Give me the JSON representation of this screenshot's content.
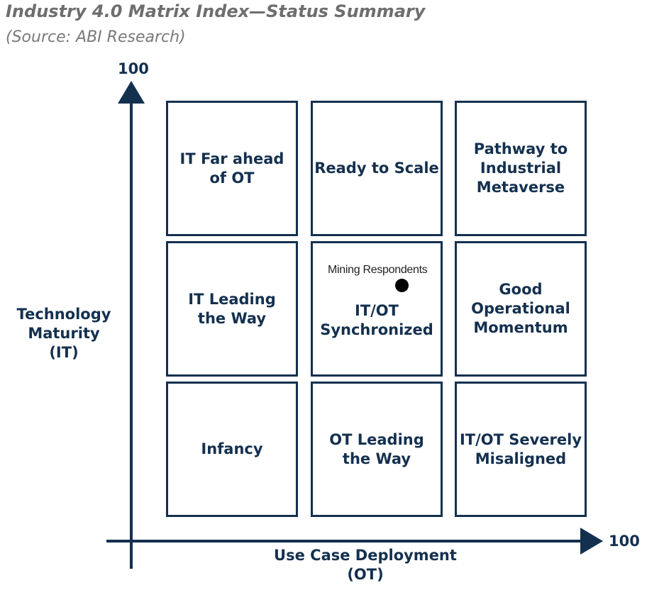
{
  "title": "Industry 4.0 Matrix Index—Status Summary",
  "subtitle": "(Source: ABI Research)",
  "axes": {
    "y_max": "100",
    "x_max": "100",
    "y_title": "Technology\nMaturity\n(IT)",
    "x_title": "Use Case Deployment\n(OT)"
  },
  "matrix": [
    [
      "IT Far ahead\nof OT",
      "Ready to Scale",
      "Pathway to\nIndustrial\nMetaverse"
    ],
    [
      "IT Leading\nthe Way",
      "IT/OT\nSynchronized",
      "Good\nOperational\nMomentum"
    ],
    [
      "Infancy",
      "OT Leading\nthe Way",
      "IT/OT Severely\nMisaligned"
    ]
  ],
  "marker": {
    "label": "Mining Respondents"
  },
  "colors": {
    "navy": "#14304f",
    "title_gray": "#6e6e6e",
    "marker": "#000000"
  }
}
